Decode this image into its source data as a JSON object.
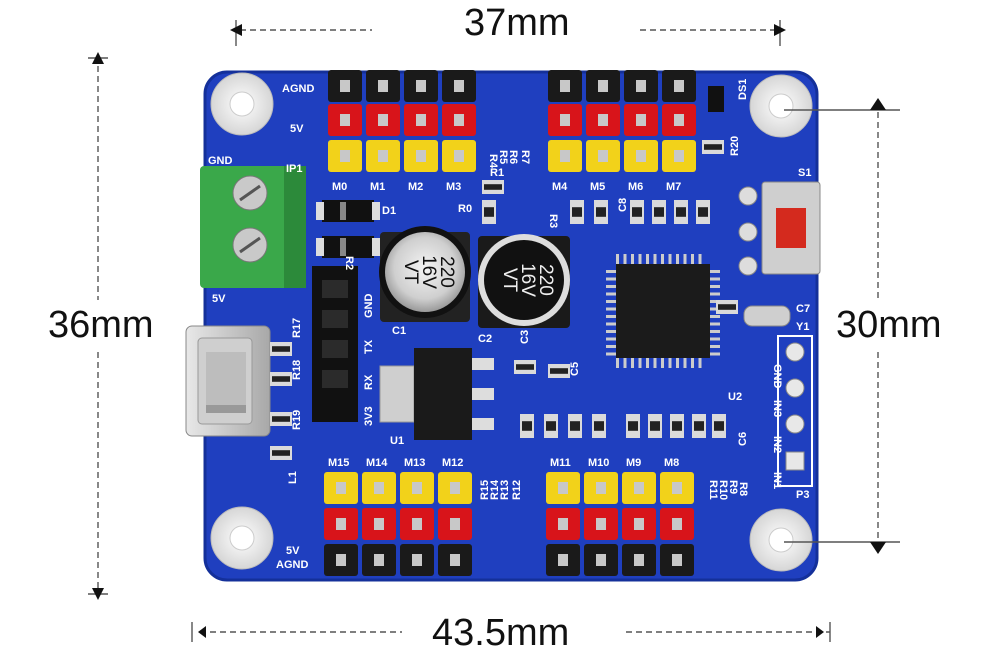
{
  "dimensions": {
    "top_width": "37mm",
    "left_height": "36mm",
    "right_height": "30mm",
    "bottom_width": "43.5mm"
  },
  "silkscreen": {
    "agnd_top": "AGND",
    "fivev_top": "5V",
    "gnd_left": "GND",
    "ip1": "IP1",
    "fivev_left": "5V",
    "servo_top_left": [
      "M0",
      "M1",
      "M2",
      "M3"
    ],
    "servo_top_right": [
      "M4",
      "M5",
      "M6",
      "M7"
    ],
    "servo_bottom_left": [
      "M15",
      "M14",
      "M13",
      "M12"
    ],
    "servo_bottom_right": [
      "M11",
      "M10",
      "M9",
      "M8"
    ],
    "fivev_bottom": "5V",
    "agnd_bottom": "AGND",
    "header_pins": [
      "GND",
      "TX",
      "RX",
      "3V3"
    ],
    "p3_pins": [
      "GND",
      "IN3",
      "IN2",
      "IN1"
    ],
    "refs": {
      "r1": "R1",
      "r0": "R0",
      "d1": "D1",
      "c1": "C1",
      "c2": "C2",
      "c3": "C3",
      "c5": "C5",
      "c6": "C6",
      "c7": "C7",
      "c8": "C8",
      "u1": "U1",
      "u2": "U2",
      "y1": "Y1",
      "s1": "S1",
      "ds1": "DS1",
      "r20": "R20",
      "r17": "R17",
      "r18": "R18",
      "r19": "R19",
      "l1": "L1",
      "p3": "P3",
      "r2": "R2",
      "r3": "R3",
      "r4": "R4",
      "r5": "R5",
      "r6": "R6",
      "r7": "R7",
      "r8": "R8",
      "r9": "R9",
      "r10": "R10",
      "r11": "R11",
      "r12": "R12",
      "r13": "R13",
      "r14": "R14",
      "r15": "R15"
    }
  },
  "capacitors": {
    "c1_label": [
      "220",
      "16V",
      "VT"
    ],
    "c2_label": [
      "220",
      "16V",
      "VT"
    ]
  },
  "colors": {
    "board": "#1f3fbf",
    "board_edge": "#1833a8",
    "header_black": "#1a1a1a",
    "header_red": "#d8141a",
    "header_yellow": "#f2d21a",
    "terminal_green": "#3aa84a"
  }
}
